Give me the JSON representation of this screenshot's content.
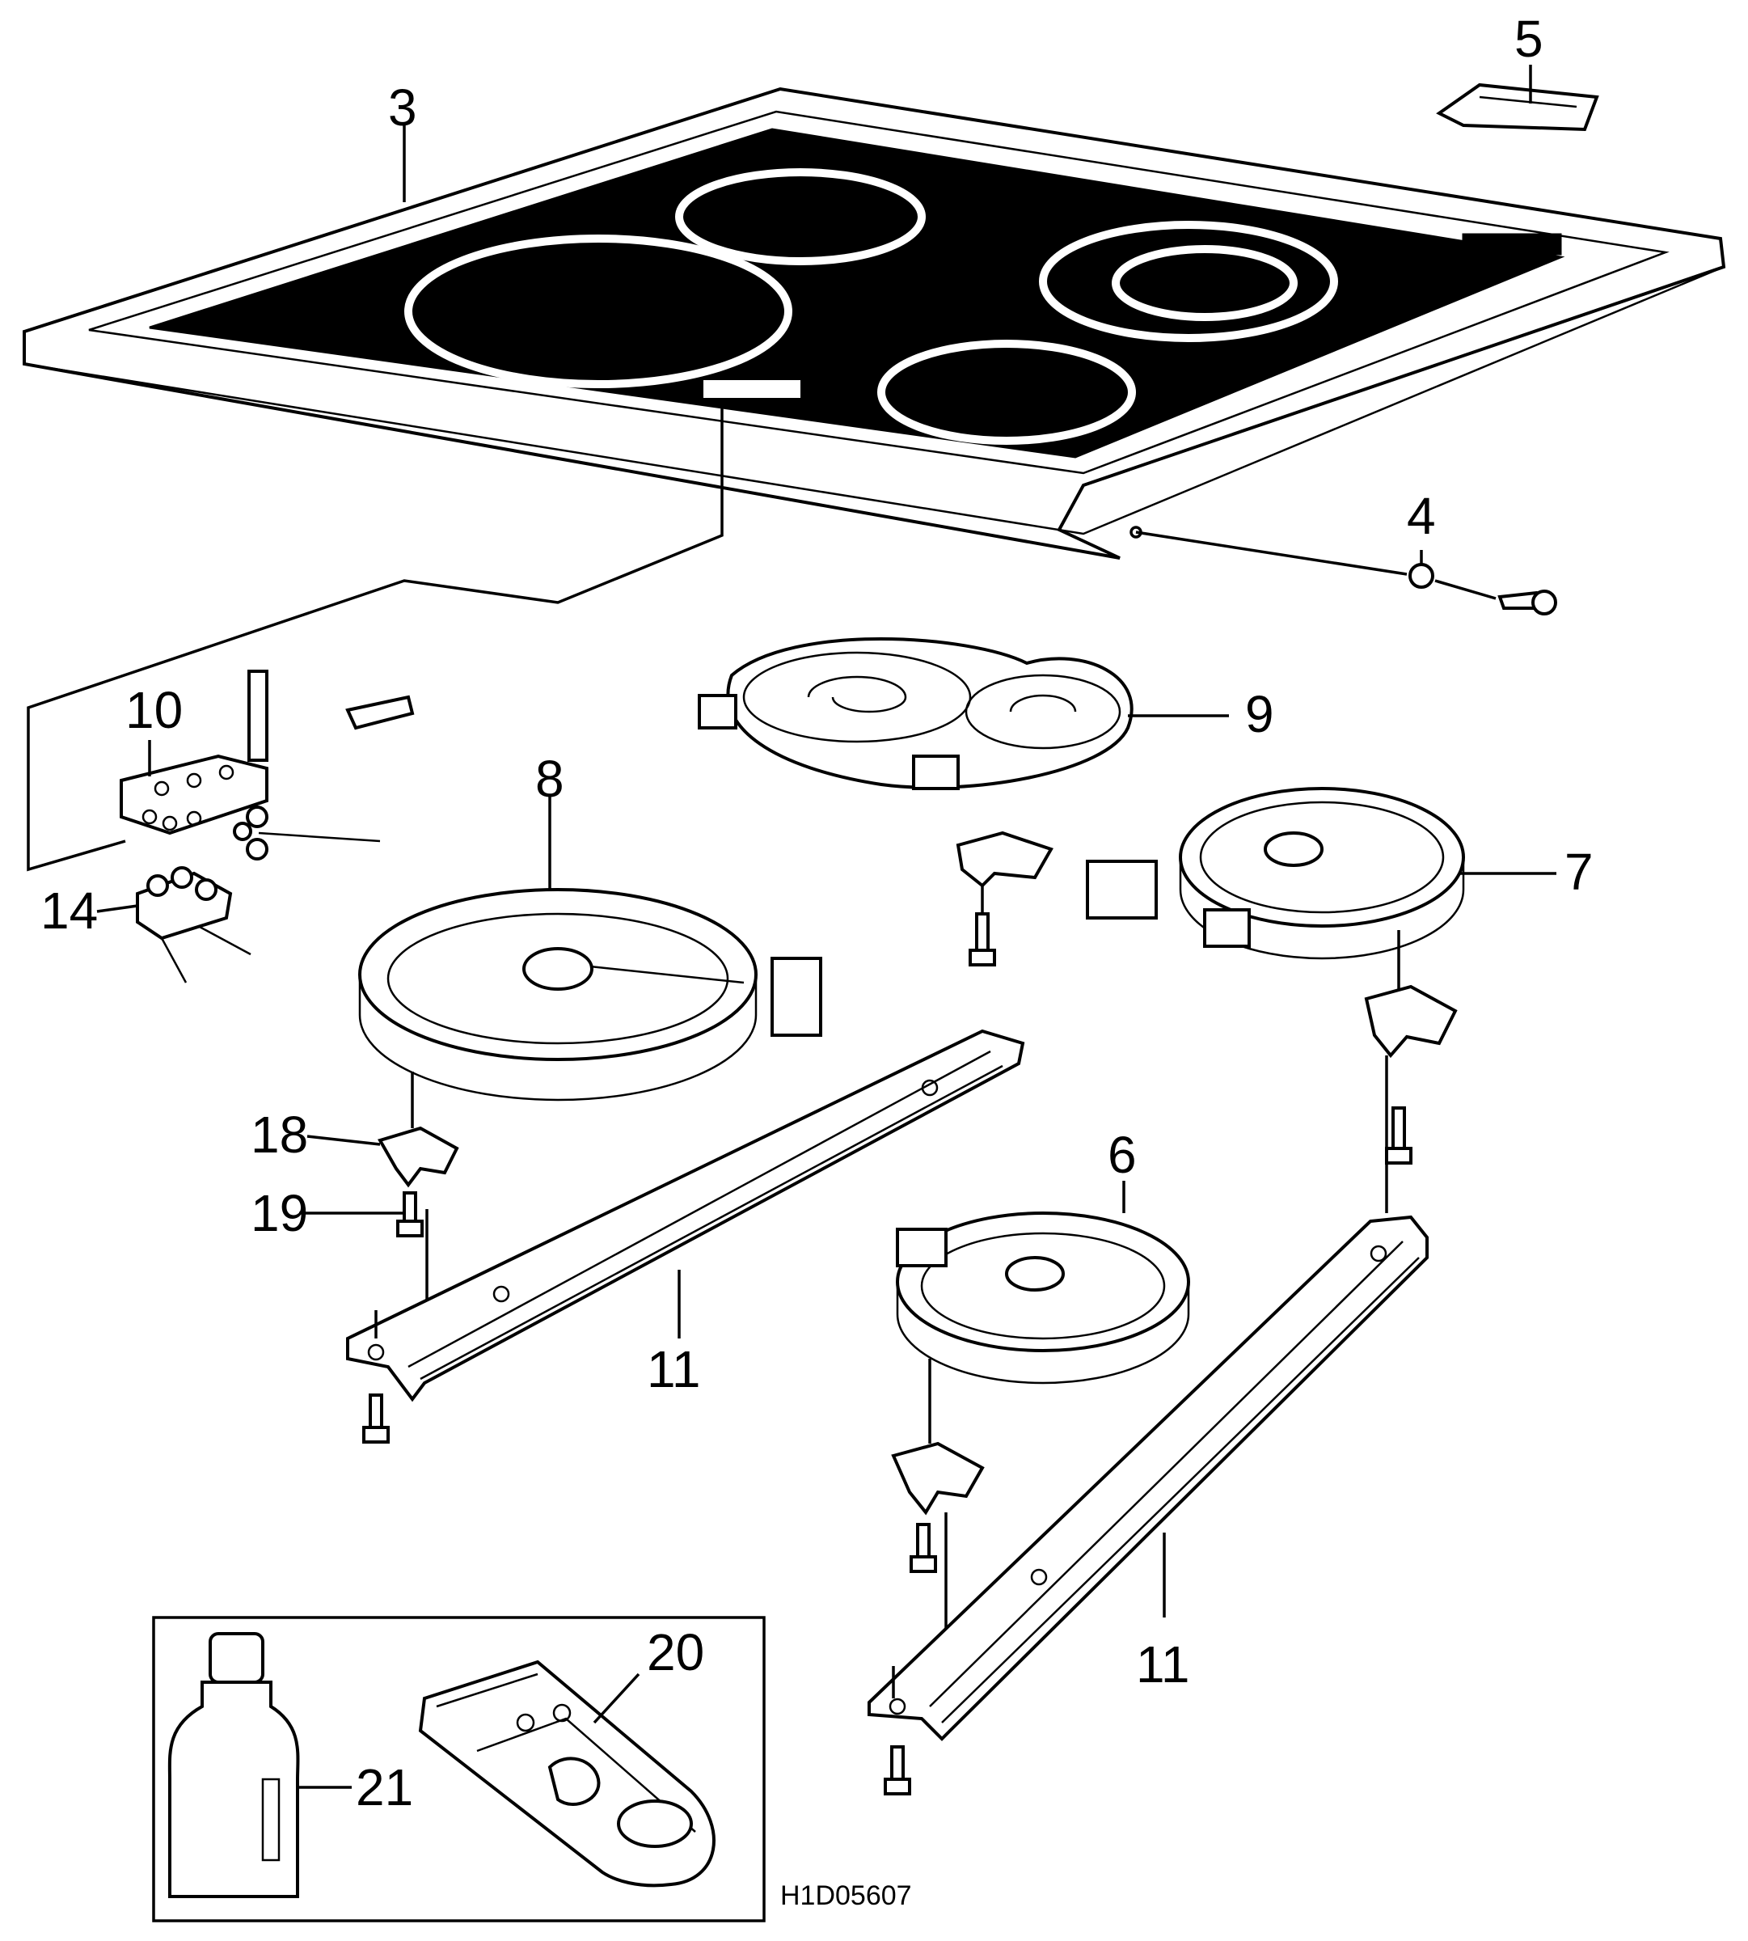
{
  "diagram": {
    "drawing_code": "H1D05607",
    "part_labels": [
      "3",
      "5",
      "4",
      "10",
      "9",
      "8",
      "7",
      "14",
      "18",
      "19",
      "6",
      "11",
      "11",
      "20",
      "21"
    ],
    "colors": {
      "line": "#000000",
      "fill": "#ffffff",
      "glass": "#000000"
    }
  }
}
